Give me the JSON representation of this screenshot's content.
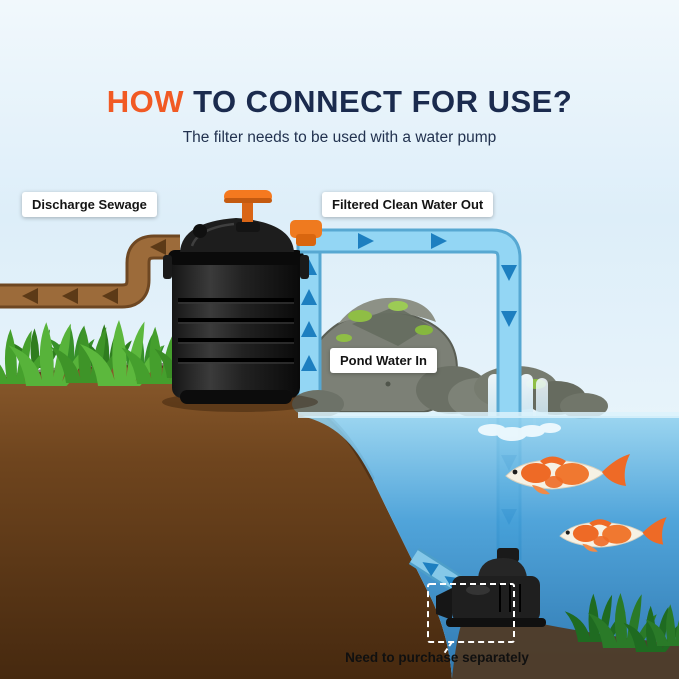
{
  "title": {
    "highlight": "HOW",
    "rest": " TO CONNECT FOR USE?"
  },
  "subtitle": "The filter needs to be used with a water pump",
  "callouts": {
    "discharge": "Discharge Sewage",
    "filtered_out": "Filtered Clean Water Out",
    "pond_in": "Pond Water In",
    "purchase_note": "Need to purchase separately"
  },
  "colors": {
    "accent_orange": "#F15A24",
    "title_navy": "#1B2B4E",
    "label_bg": "#FFFFFF",
    "pipe_blue": "#93D6F4",
    "pipe_arrow_blue": "#1D7FC0",
    "pipe_brown": "#9C6B3A",
    "pipe_arrow_brown": "#5C3A17",
    "water_blue": "#3F9BD6",
    "earth_brown": "#6F451E",
    "grass_green": "#57B33A",
    "filter_black": "#1B1B1B",
    "koi_orange": "#EE6A26"
  }
}
